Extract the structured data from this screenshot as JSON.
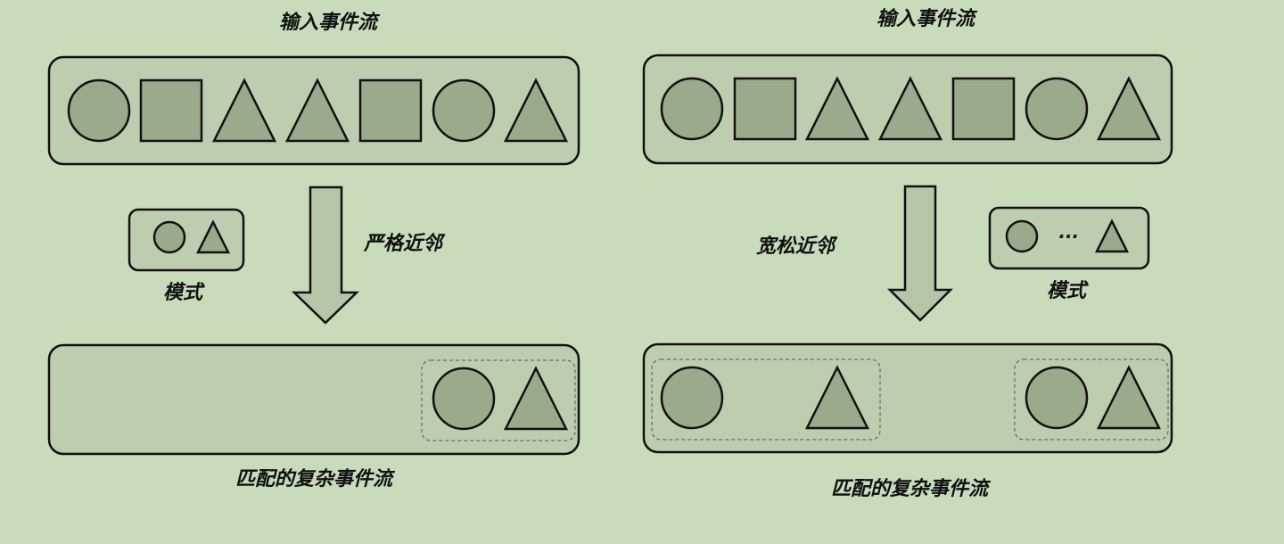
{
  "left": {
    "input_label": "输入事件流",
    "input_shapes": [
      "circle",
      "square",
      "triangle",
      "triangle",
      "square",
      "circle",
      "triangle"
    ],
    "strategy_label": "严格近邻",
    "pattern_label": "模式",
    "pattern_shapes": [
      "circle",
      "triangle"
    ],
    "output_label": "匹配的复杂事件流"
  },
  "right": {
    "input_label": "输入事件流",
    "input_shapes": [
      "circle",
      "square",
      "triangle",
      "triangle",
      "square",
      "circle",
      "triangle"
    ],
    "strategy_label": "宽松近邻",
    "pattern_label": "模式",
    "pattern_shapes": [
      "circle",
      "triangle"
    ],
    "pattern_ellipsis": "···",
    "output_label": "匹配的复杂事件流"
  },
  "colors": {
    "background": "#c8dcbc",
    "box_fill": "#bccdb0",
    "shape_fill": "#9aaa8c",
    "stroke": "#111111"
  }
}
